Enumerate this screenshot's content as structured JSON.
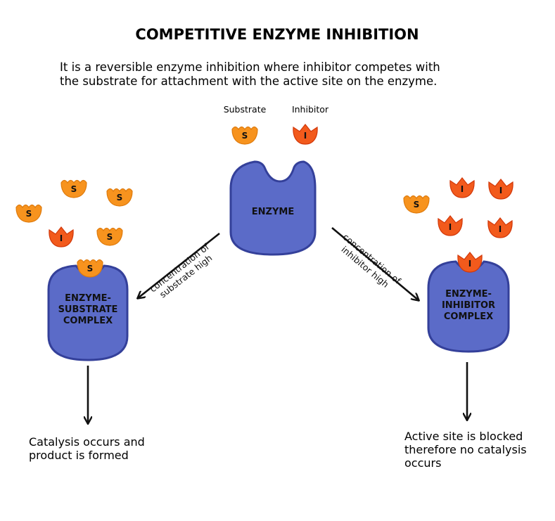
{
  "title": "COMPETITIVE ENZYME INHIBITION",
  "description": {
    "line1": "It is a reversible enzyme inhibition where inhibitor competes with",
    "line2": "the substrate for attachment with the active site on the enzyme."
  },
  "legend": {
    "substrate_label": "Substrate",
    "inhibitor_label": "Inhibitor"
  },
  "molecule_letters": {
    "substrate": "S",
    "inhibitor": "I"
  },
  "enzyme_label": "ENZYME",
  "left_arrow": {
    "line1": "concentration of",
    "line2": "substrate high"
  },
  "right_arrow": {
    "line1": "concentration of",
    "line2": "inhibitor high"
  },
  "enzyme_substrate_complex": {
    "line1": "ENZYME-",
    "line2": "SUBSTRATE",
    "line3": "COMPLEX"
  },
  "enzyme_inhibitor_complex": {
    "line1": "ENZYME-",
    "line2": "INHIBITOR",
    "line3": "COMPLEX"
  },
  "left_result": {
    "line1": "Catalysis occurs and",
    "line2": "product is formed"
  },
  "right_result": {
    "line1": "Active site is blocked",
    "line2": "therefore no catalysis",
    "line3": "occurs"
  },
  "colors": {
    "enzyme_fill": "#5B6BC8",
    "enzyme_stroke": "#34409A",
    "substrate_fill": "#F7931E",
    "substrate_stroke": "#DE7A0C",
    "inhibitor_fill": "#F25A1C",
    "inhibitor_stroke": "#D2380A"
  }
}
